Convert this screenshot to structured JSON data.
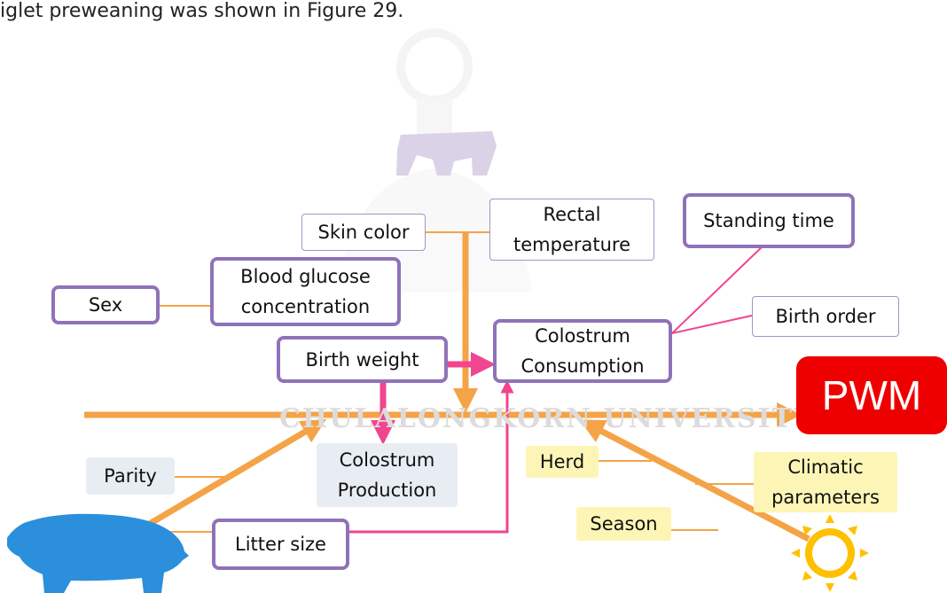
{
  "caption": "iglet preweaning was shown in Figure 29.",
  "watermark": "CHULALONGKORN UNIVERSITY",
  "outcome": "PWM",
  "factors": {
    "skin_color": "Skin color",
    "rectal_temperature": [
      "Rectal",
      "temperature"
    ],
    "standing_time": "Standing time",
    "blood_glucose": [
      "Blood glucose",
      "concentration"
    ],
    "sex": "Sex",
    "birth_order": "Birth order",
    "colostrum_consumption": [
      "Colostrum",
      "Consumption"
    ],
    "birth_weight": "Birth weight",
    "colostrum_production": [
      "Colostrum",
      "Production"
    ],
    "parity": "Parity",
    "litter_size": "Litter size",
    "herd": "Herd",
    "climatic_parameters": [
      "Climatic",
      "parameters"
    ],
    "season": "Season"
  },
  "colors": {
    "orange": "#f4a347",
    "pink": "#f0458f",
    "purple": "#8f72b8",
    "red": "#ee0000",
    "sow": "#2b8fdc",
    "sun": "#ffc000"
  },
  "icons": [
    "emblem-watermark-icon",
    "sow-icon",
    "sun-icon"
  ]
}
